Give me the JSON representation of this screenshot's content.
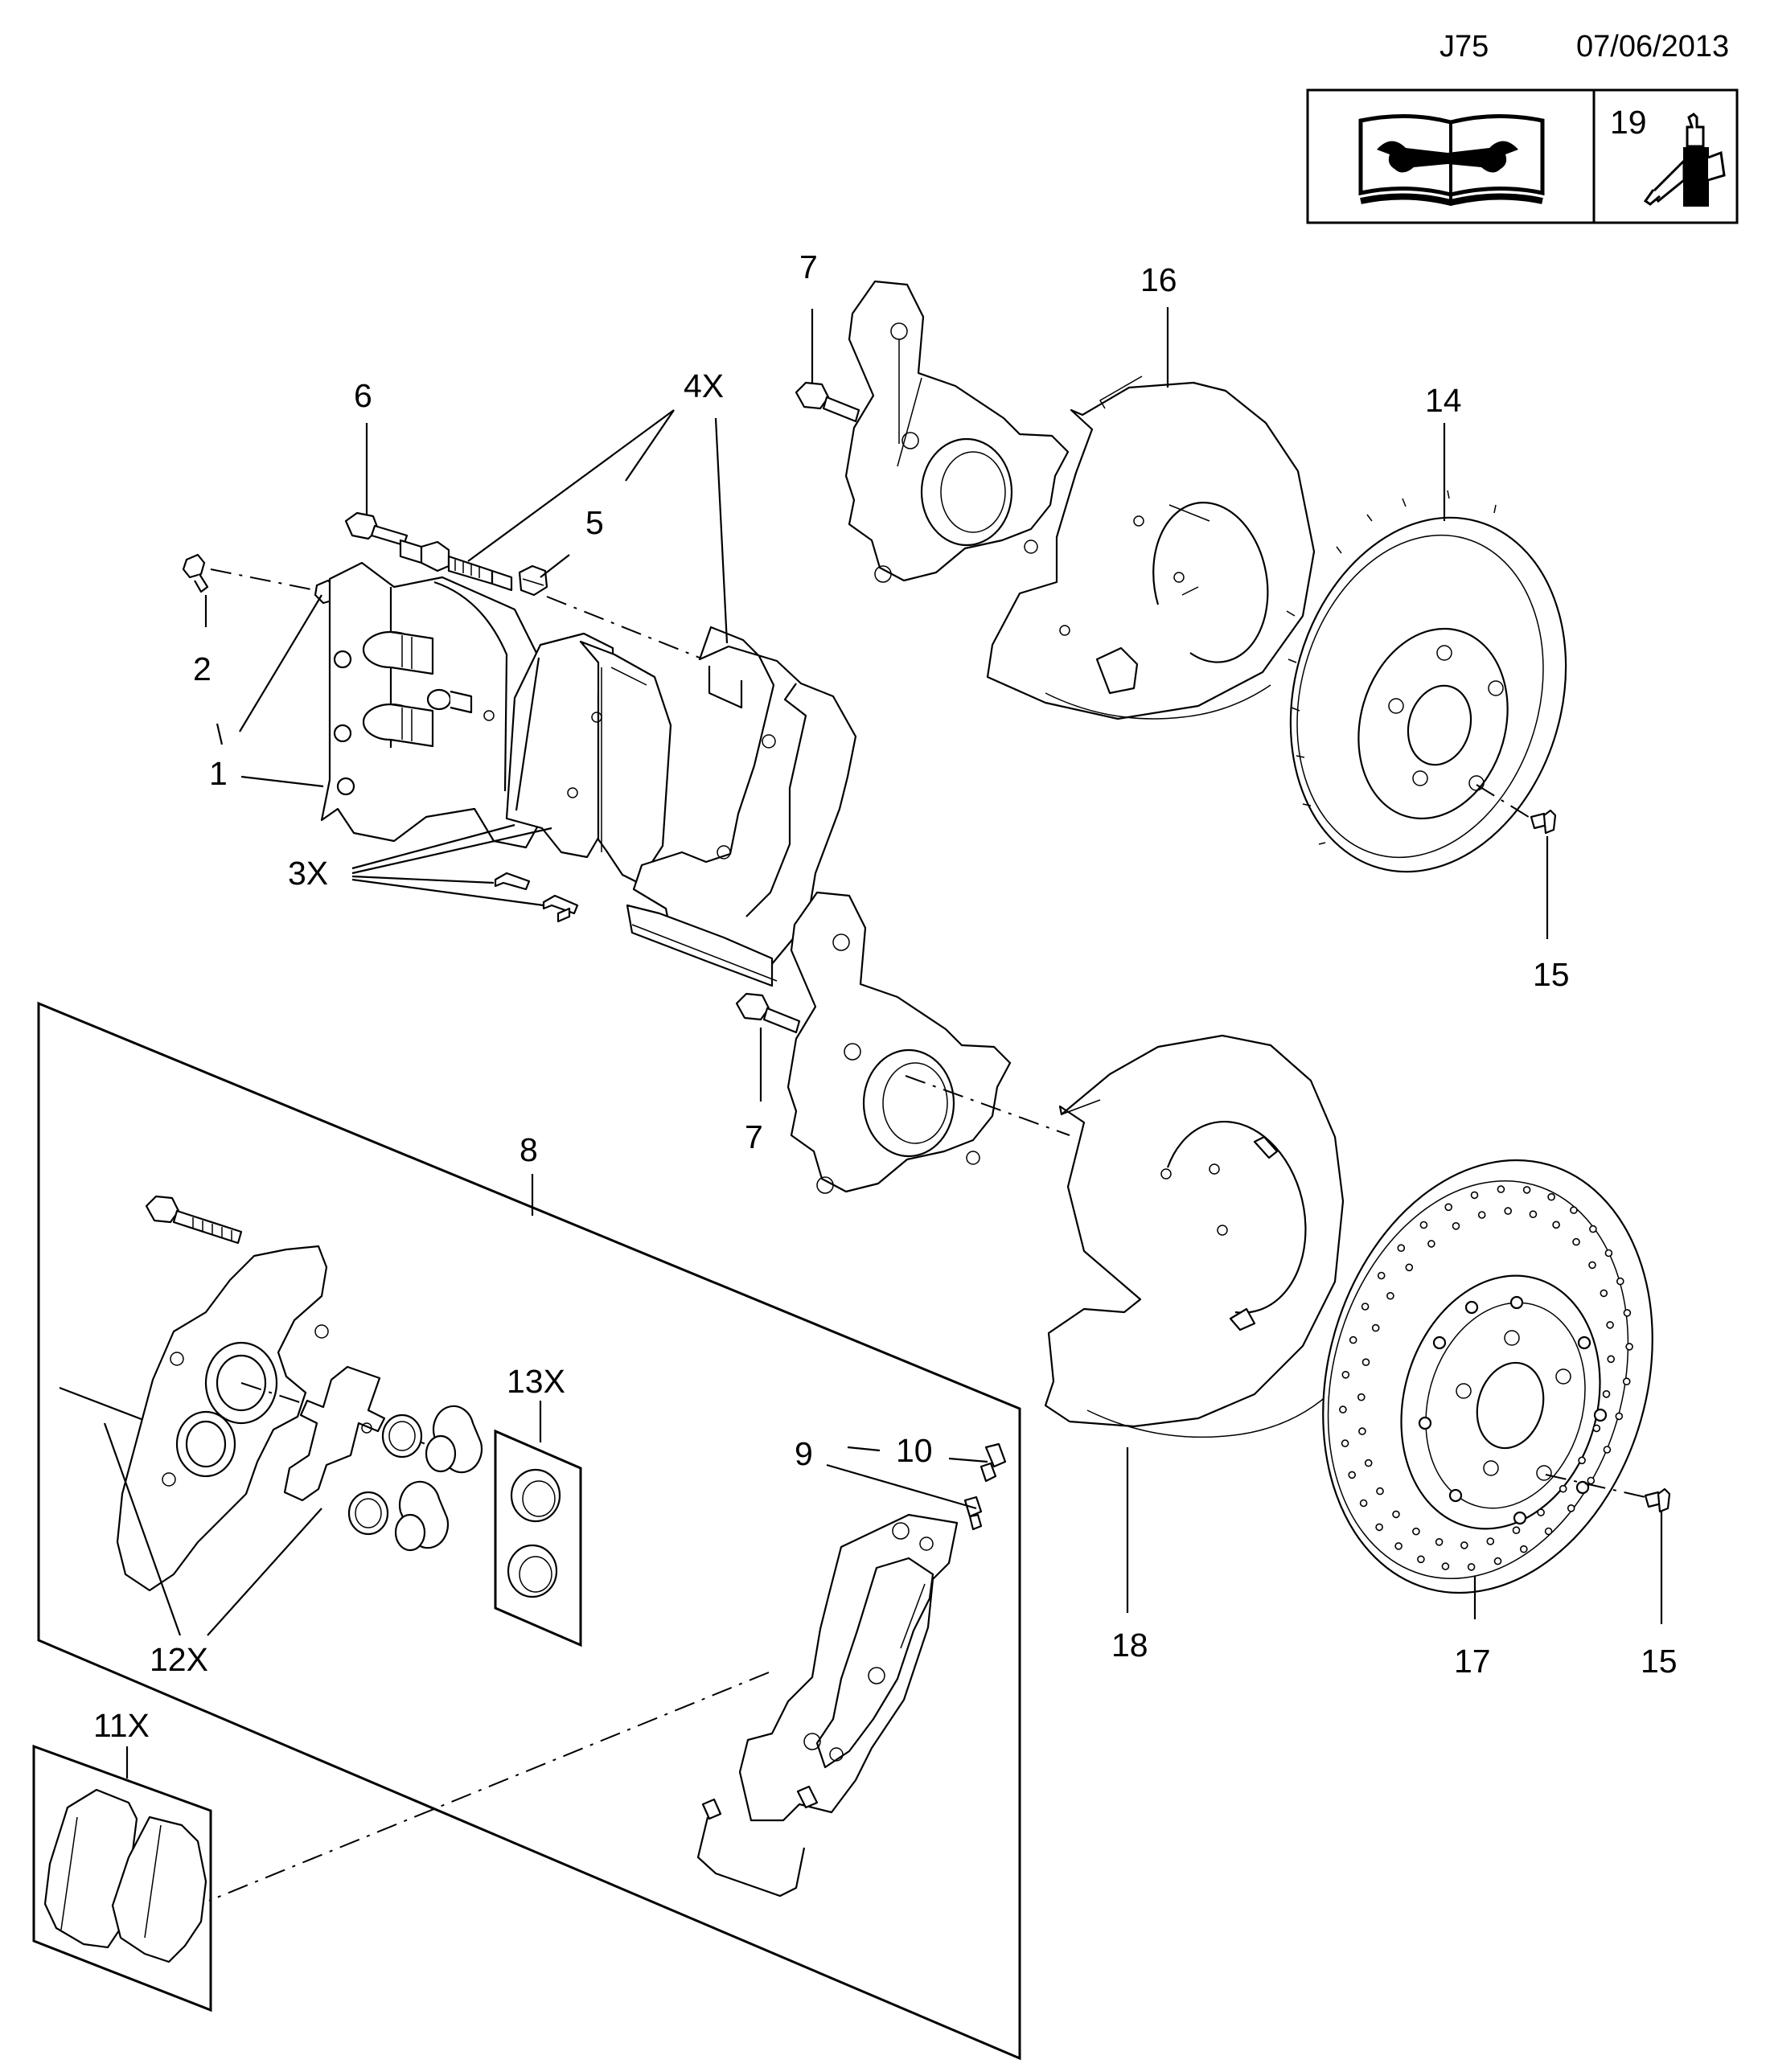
{
  "header": {
    "code": "J75",
    "date": "07/06/2013"
  },
  "legend_box": {
    "number": "19",
    "book_icon": "service-manual-book-wrench-icon",
    "adhesive_icon": "threadlock-bottle-icon"
  },
  "callouts": {
    "c1": "1",
    "c2": "2",
    "c3x": "3X",
    "c4x": "4X",
    "c5": "5",
    "c6": "6",
    "c7a": "7",
    "c7b": "7",
    "c8": "8",
    "c9": "9",
    "c10": "10",
    "c11x": "11X",
    "c12x": "12X",
    "c13x": "13X",
    "c14": "14",
    "c15a": "15",
    "c15b": "15",
    "c16": "16",
    "c17": "17",
    "c18": "18"
  }
}
